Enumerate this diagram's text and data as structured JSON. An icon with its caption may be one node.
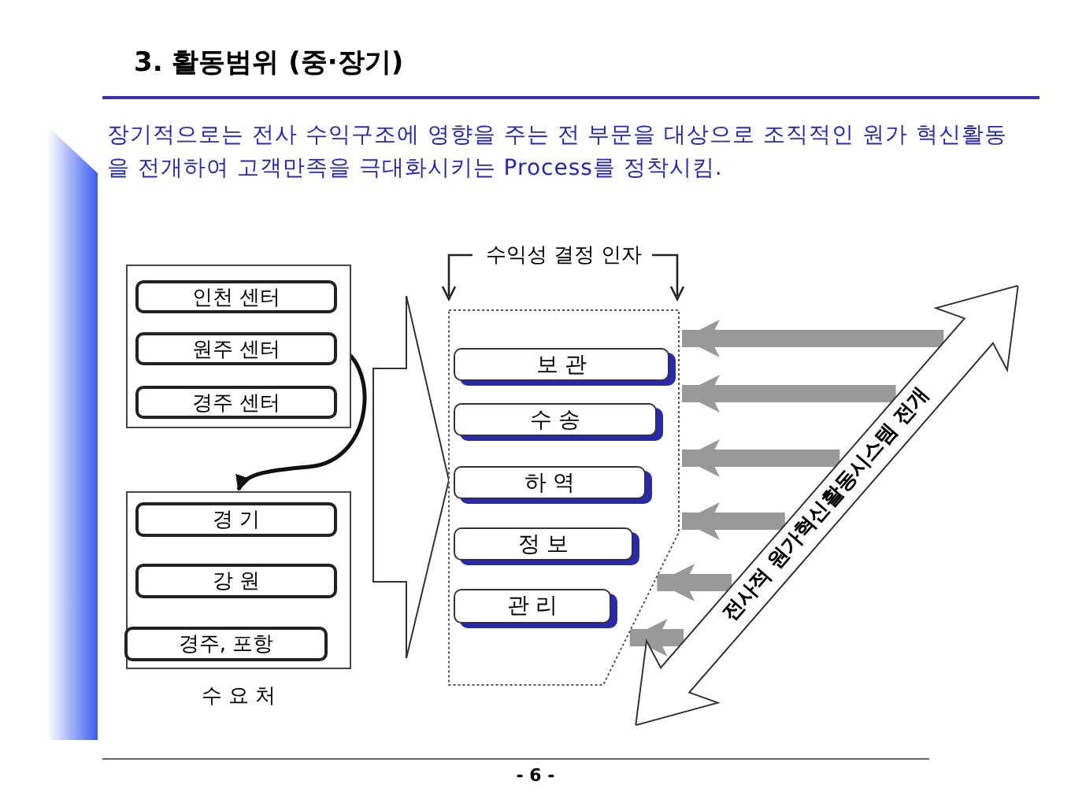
{
  "diagram": {
    "title": "3. 활동범위 (중·장기)",
    "nodes": [
      {
        "text": [],
        "shape": "box"
      },
      {
        "text": [
          "인천 센터"
        ],
        "in": 0
      },
      {
        "text": [
          "원주 센터"
        ],
        "in": 0
      },
      {
        "text": [
          "경주 센터"
        ],
        "in": 0
      },
      {
        "text": [],
        "shape": "box",
        "beside": [
          "수 요 처"
        ]
      },
      {
        "text": [
          "경 기"
        ],
        "in": 4
      },
      {
        "text": [
          "강 원"
        ],
        "in": 4
      },
      {
        "text": [
          "경주, 포항"
        ],
        "in": 4
      },
      {
        "text": [
          "수익성 결정 인자"
        ]
      },
      {
        "text": [
          "보 관"
        ],
        "in": 8
      },
      {
        "text": [
          "수 송"
        ],
        "in": 8
      },
      {
        "text": [
          "하 역"
        ],
        "in": 8
      },
      {
        "text": [
          "정 보"
        ],
        "in": 8
      },
      {
        "text": [
          "관 리"
        ],
        "in": 8
      },
      {
        "text": [
          "전사적 원가혁신활동시스템 전개"
        ]
      }
    ],
    "edges": [
      {
        "from": 2,
        "to": 4,
        "arrow": "to",
        "color": "#111111"
      },
      {
        "from": 0,
        "to": 8,
        "arrow": "to",
        "color": "#333333"
      },
      {
        "from": 4,
        "to": 8,
        "arrow": "to",
        "color": "#333333"
      },
      {
        "from": 14,
        "to": 8,
        "arrow": "to"
      },
      {
        "from": 14,
        "to": 8,
        "arrow": "to"
      },
      {
        "from": 14,
        "to": 8,
        "arrow": "to"
      },
      {
        "from": 14,
        "to": 8,
        "arrow": "to"
      },
      {
        "from": 14,
        "to": 8,
        "arrow": "to"
      },
      {
        "from": 14,
        "to": 8,
        "arrow": "to"
      }
    ],
    "labels": [
      "장기적으로는 전사 수익구조에 영향을 주는 전 부문을 대상으로 조직적인 원가 혁신활동을 전개하여 고객만족을 극대화시키는 Process를 정착시킴.",
      "- 6 -"
    ]
  }
}
